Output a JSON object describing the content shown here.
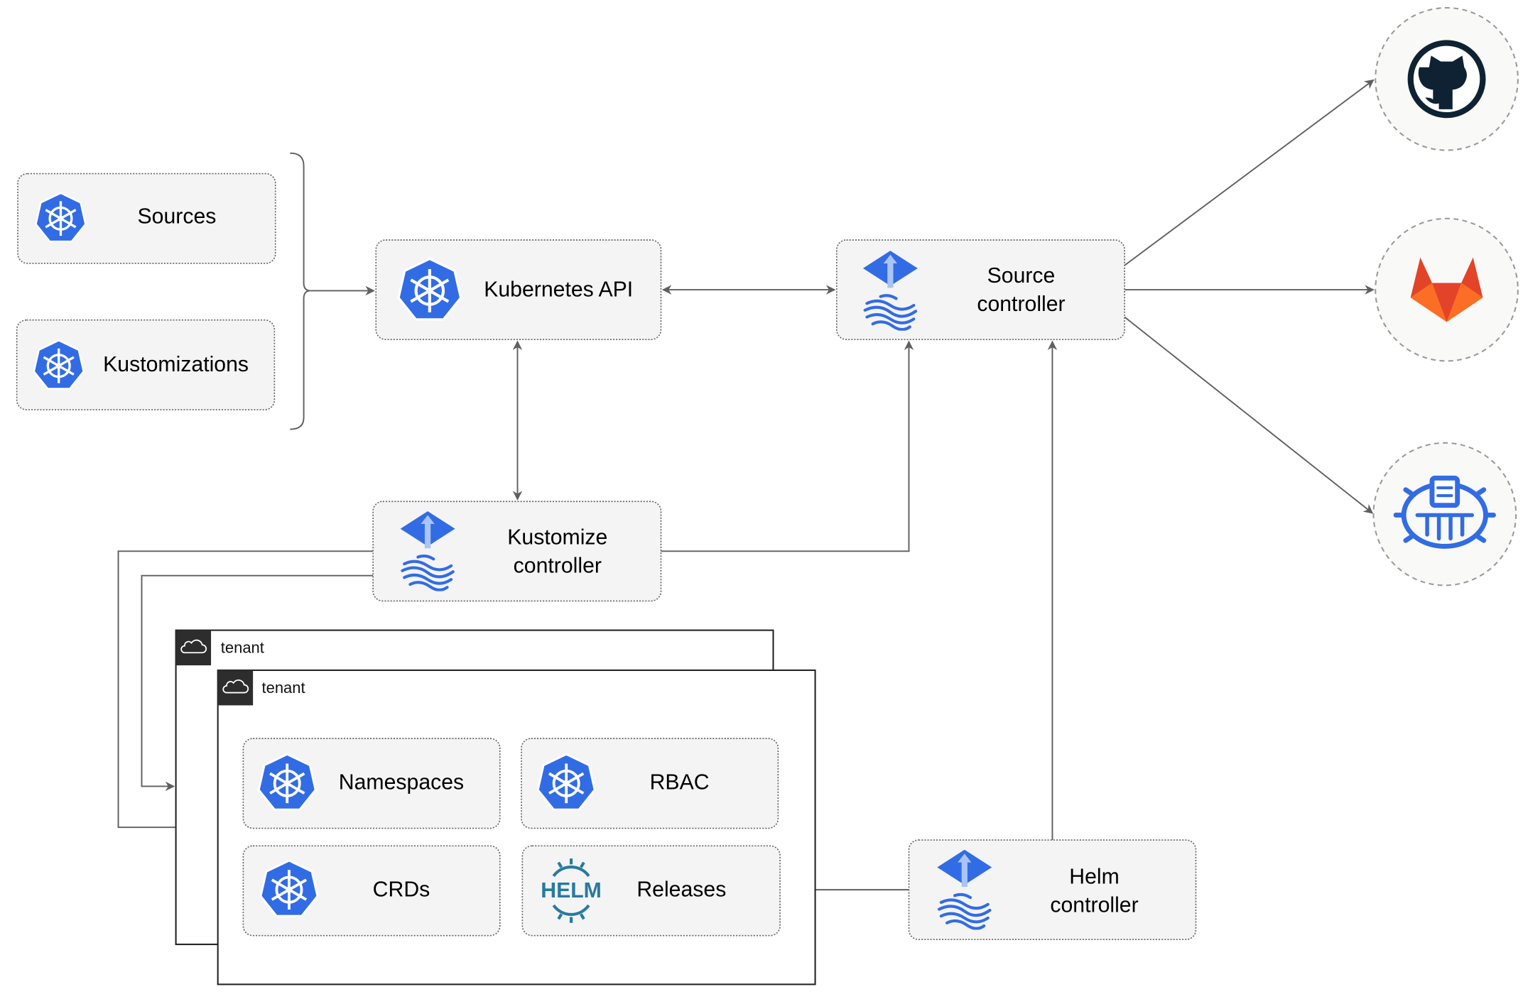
{
  "nodes": {
    "sources": "Sources",
    "kustomizations": "Kustomizations",
    "kubernetes_api": "Kubernetes API",
    "source_controller": [
      "Source",
      "controller"
    ],
    "kustomize_controller": [
      "Kustomize",
      "controller"
    ],
    "helm_controller": [
      "Helm",
      "controller"
    ],
    "namespaces": "Namespaces",
    "rbac": "RBAC",
    "crds": "CRDs",
    "releases": "Releases",
    "helm_logo_text": "HELM"
  },
  "tenants": [
    "tenant",
    "tenant"
  ],
  "external_sources": [
    "github-icon",
    "gitlab-icon",
    "bucket-icon"
  ],
  "colors": {
    "kubernetes_blue": "#326ce5",
    "flux_blue": "#326ce5",
    "github_dark": "#0f2233",
    "gitlab_orange": "#e24329",
    "gitlab_light": "#fca326",
    "helm_blue": "#277a9f",
    "connector": "#5f5f5f"
  }
}
